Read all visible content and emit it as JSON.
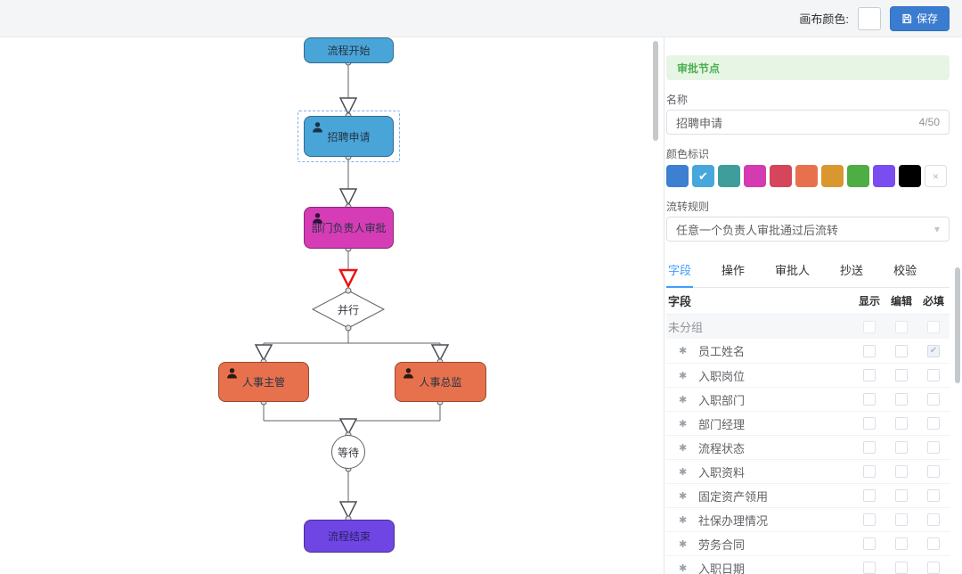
{
  "toolbar": {
    "canvas_color_label": "画布颜色:",
    "save_label": "保存"
  },
  "colors": {
    "accent_blue": "#3a7cd0",
    "node_blue": "#49a5d8",
    "node_magenta": "#d53cb5",
    "node_orange": "#e7714d",
    "node_purple": "#6f46e3",
    "arrow_red": "#ee1111",
    "tab_active": "#409eff",
    "banner_green": "#4caf50"
  },
  "flowchart": {
    "nodes": [
      {
        "id": "start",
        "label": "流程开始",
        "type": "start"
      },
      {
        "id": "recruit",
        "label": "招聘申请",
        "type": "approval",
        "selected": true
      },
      {
        "id": "dept-approval",
        "label": "部门负责人审批",
        "type": "approval"
      },
      {
        "id": "parallel",
        "label": "并行",
        "type": "gateway"
      },
      {
        "id": "hr-supervisor",
        "label": "人事主管",
        "type": "approval"
      },
      {
        "id": "hr-director",
        "label": "人事总监",
        "type": "approval"
      },
      {
        "id": "wait",
        "label": "等待",
        "type": "wait"
      },
      {
        "id": "end",
        "label": "流程结束",
        "type": "end"
      }
    ]
  },
  "panel": {
    "node_type_banner": "审批节点",
    "name_label": "名称",
    "name_value": "招聘申请",
    "name_counter": "4/50",
    "color_label": "颜色标识",
    "swatches": [
      "#3d7fd0",
      "#47a7dc",
      "#3f9d9b",
      "#d43bb0",
      "#d5455c",
      "#e8714d",
      "#d9982f",
      "#4ead44",
      "#7a4df0",
      "#000000"
    ],
    "selected_swatch_index": 1,
    "clear_color_glyph": "×",
    "flow_rule_label": "流转规则",
    "flow_rule_value": "任意一个负责人审批通过后流转",
    "tabs": [
      {
        "label": "字段",
        "active": true
      },
      {
        "label": "操作"
      },
      {
        "label": "审批人"
      },
      {
        "label": "抄送"
      },
      {
        "label": "校验"
      }
    ],
    "fields_table": {
      "header": {
        "field": "字段",
        "show": "显示",
        "edit": "编辑",
        "required": "必填"
      },
      "group_row": "未分组",
      "rows": [
        {
          "label": "员工姓名",
          "required_checked": true
        },
        {
          "label": "入职岗位"
        },
        {
          "label": "入职部门"
        },
        {
          "label": "部门经理"
        },
        {
          "label": "流程状态"
        },
        {
          "label": "入职资料"
        },
        {
          "label": "固定资产领用"
        },
        {
          "label": "社保办理情况"
        },
        {
          "label": "劳务合同"
        },
        {
          "label": "入职日期"
        }
      ]
    }
  }
}
